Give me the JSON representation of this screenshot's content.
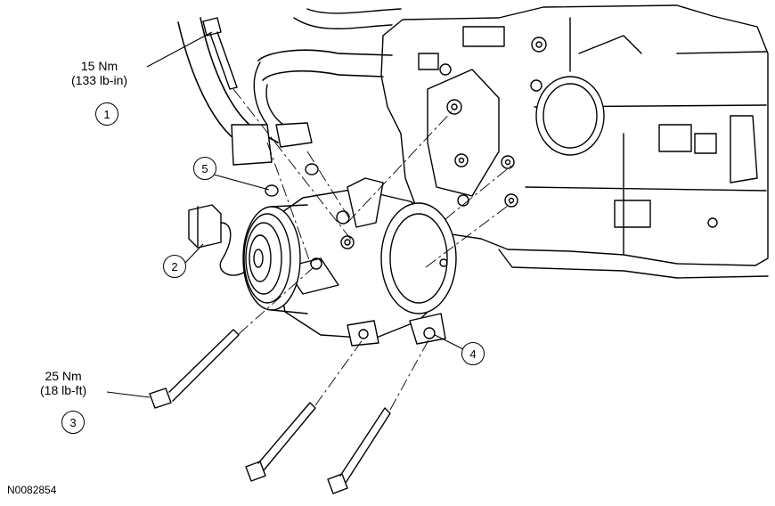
{
  "torque_specs": [
    {
      "nm": "15 Nm",
      "imperial": "(133 lb-in)"
    },
    {
      "nm": "25 Nm",
      "imperial": "(18 lb-ft)"
    }
  ],
  "callouts": [
    "1",
    "2",
    "3",
    "4",
    "5"
  ],
  "figure_id": "N0082854",
  "colors": {
    "line": "#000000",
    "background": "#ffffff"
  }
}
